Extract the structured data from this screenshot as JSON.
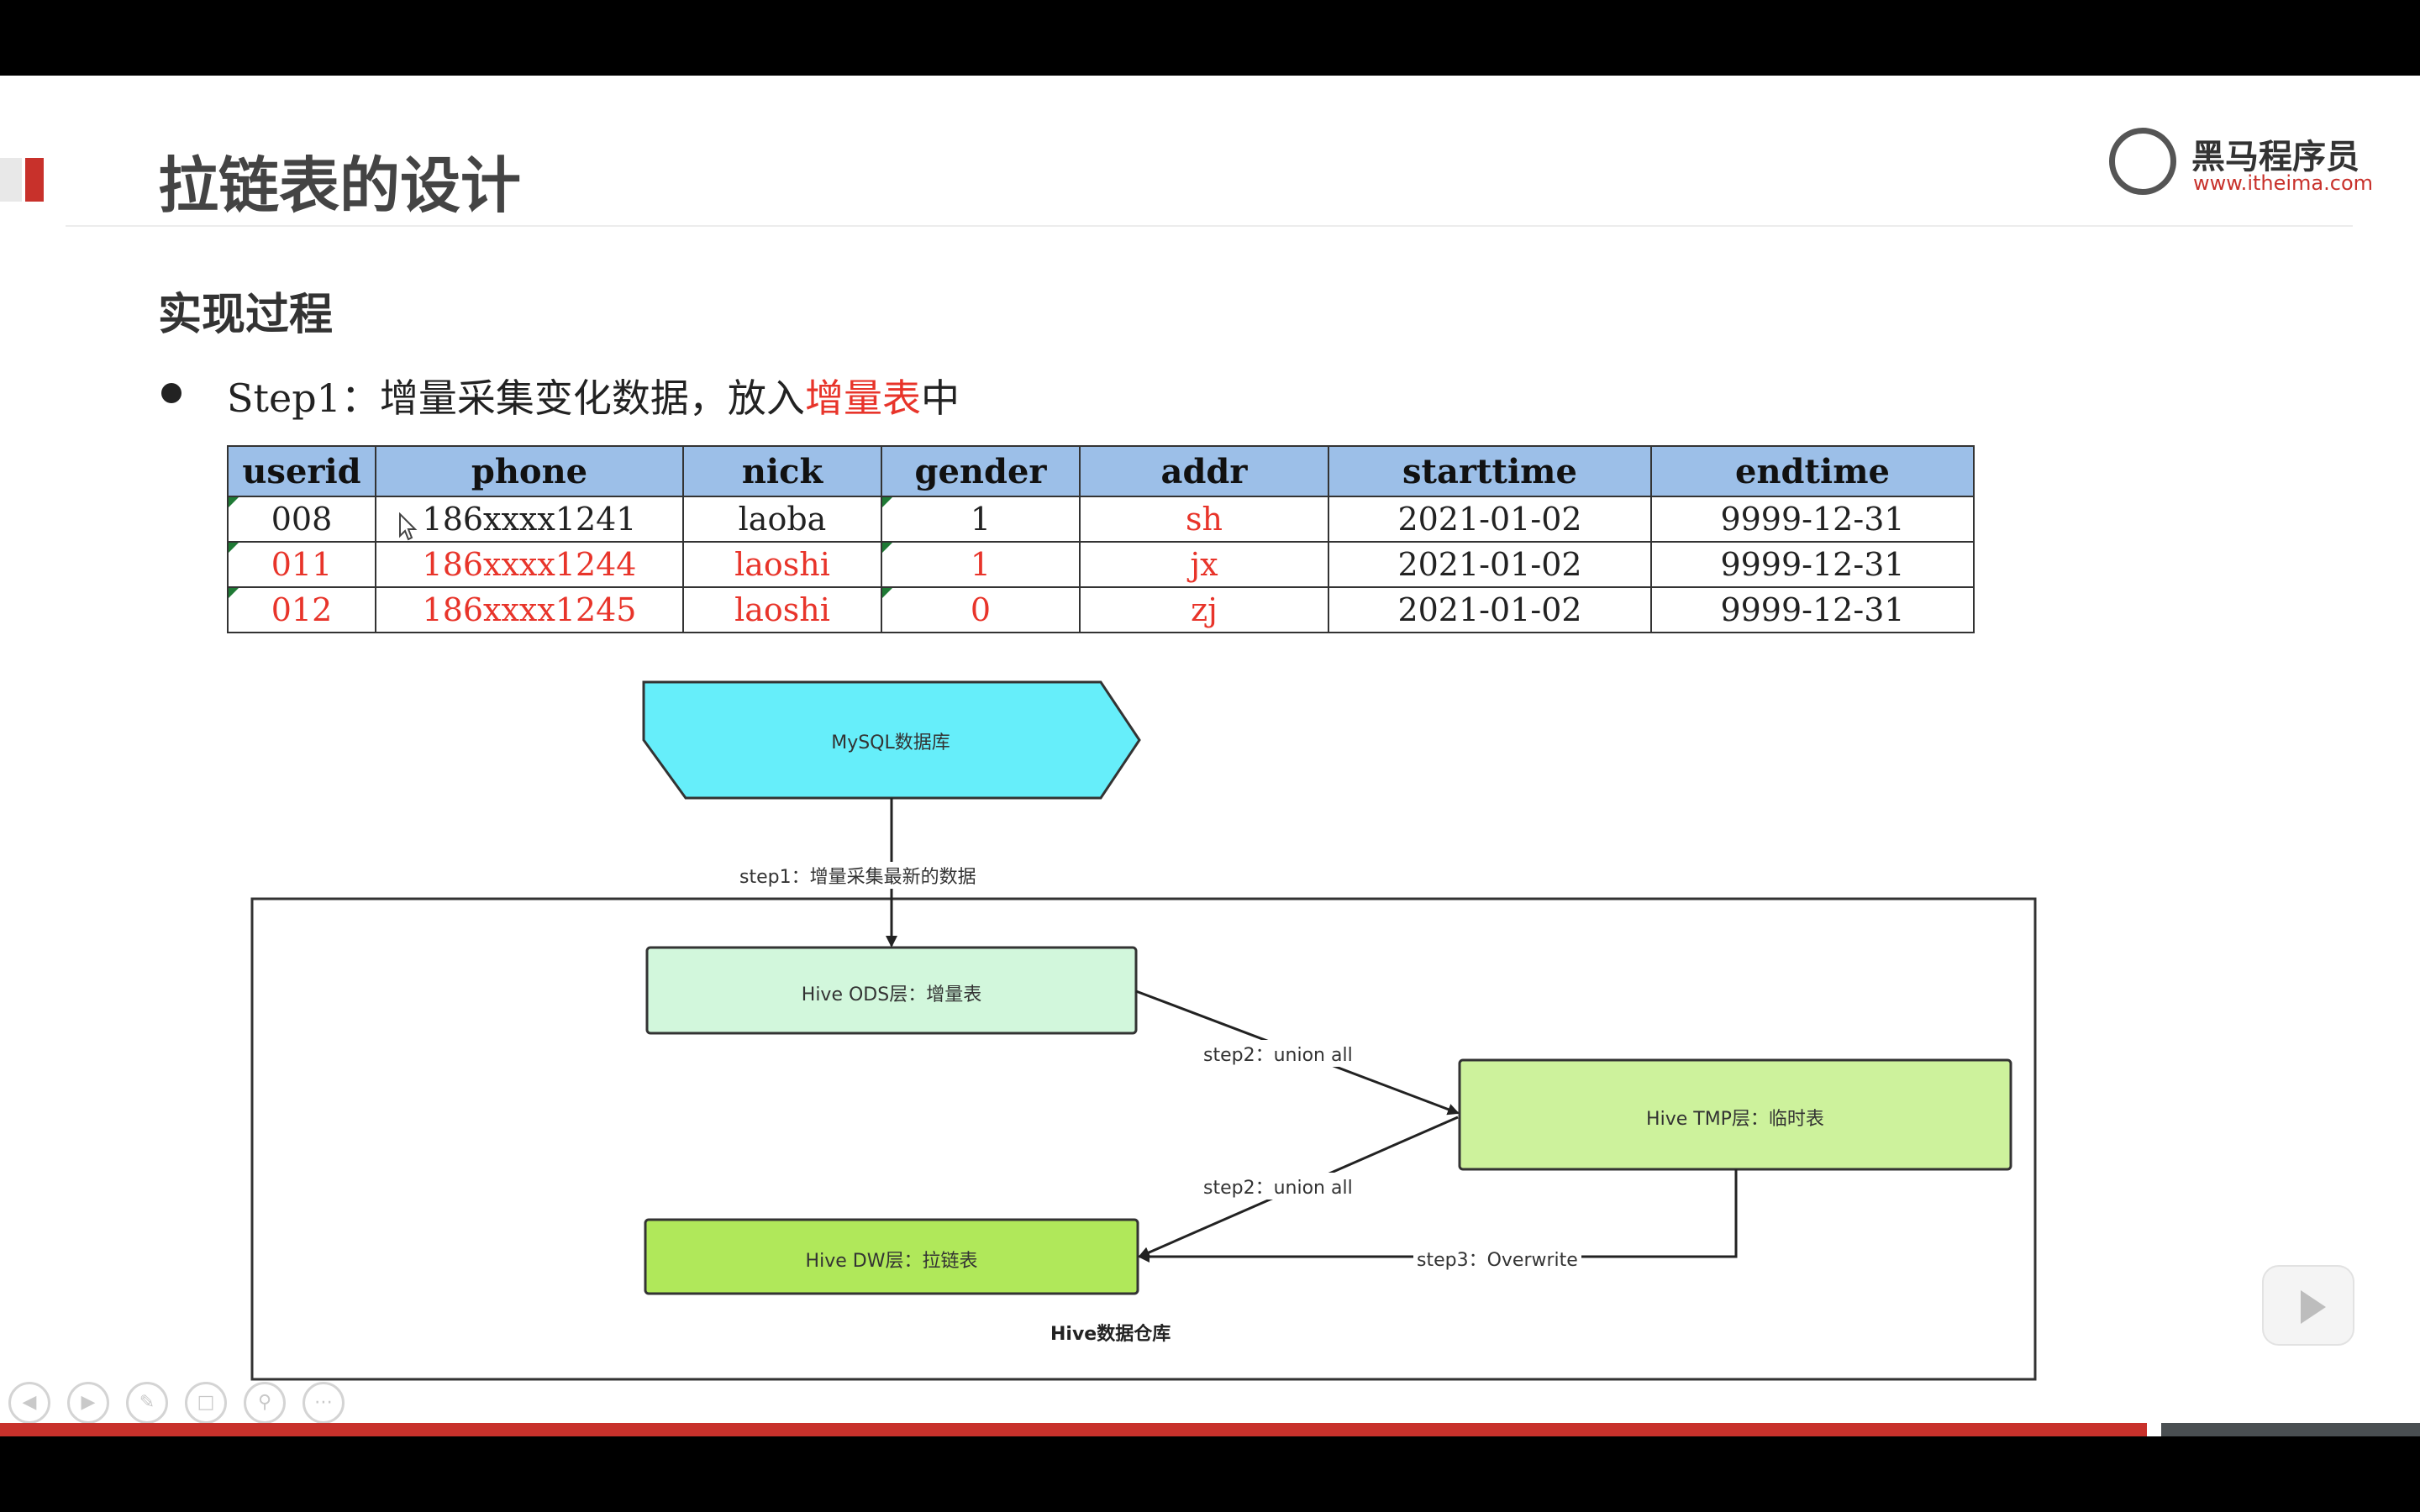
{
  "slide": {
    "title": "拉链表的设计",
    "logo_text": "黑马程序员",
    "logo_url": "www.itheima.com",
    "subtitle": "实现过程",
    "step_prefix": "Step1：增量采集变化数据，放入",
    "step_highlight": "增量表",
    "step_suffix": "中"
  },
  "colors": {
    "accent": "#c8312b",
    "highlight": "#e8342a",
    "table_header": "#9cbfe8",
    "mysql_node": "#66eefa",
    "ods_node": "#d2f7dc",
    "tmp_node": "#cdf29c",
    "dw_node": "#b0e85a"
  },
  "table": {
    "columns": [
      "userid",
      "phone",
      "nick",
      "gender",
      "addr",
      "starttime",
      "endtime"
    ],
    "rows": [
      {
        "cells": [
          "008",
          "186xxxx1241",
          "laoba",
          "1",
          "sh",
          "2021-01-02",
          "9999-12-31"
        ],
        "red": [
          false,
          false,
          false,
          false,
          true,
          false,
          false
        ]
      },
      {
        "cells": [
          "011",
          "186xxxx1244",
          "laoshi",
          "1",
          "jx",
          "2021-01-02",
          "9999-12-31"
        ],
        "red": [
          true,
          true,
          true,
          true,
          true,
          false,
          false
        ]
      },
      {
        "cells": [
          "012",
          "186xxxx1245",
          "laoshi",
          "0",
          "zj",
          "2021-01-02",
          "9999-12-31"
        ],
        "red": [
          true,
          true,
          true,
          true,
          true,
          false,
          false
        ]
      }
    ]
  },
  "diagram": {
    "mysql": "MySQL数据库",
    "ods": "Hive ODS层：增量表",
    "tmp": "Hive TMP层：临时表",
    "dw": "Hive DW层：拉链表",
    "container": "Hive数据仓库",
    "edge_step1": "step1：增量采集最新的数据",
    "edge_step2_ods": "step2：union all",
    "edge_step2_dw": "step2：union all",
    "edge_step3": "step3：Overwrite"
  },
  "controls": [
    "previous-icon",
    "next-icon",
    "pen-icon",
    "slides-icon",
    "zoom-icon",
    "more-icon"
  ]
}
